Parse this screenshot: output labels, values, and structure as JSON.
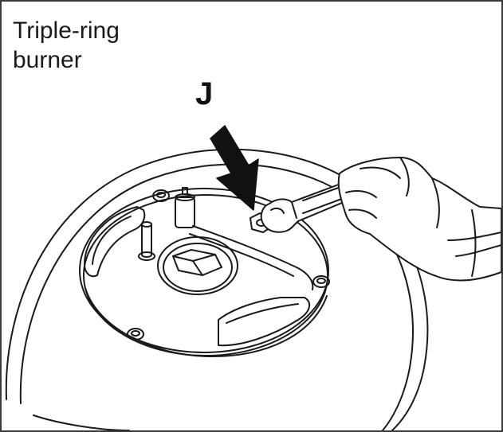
{
  "figure": {
    "title": "Triple-ring\nburner",
    "callout_label": "J"
  },
  "icons": {
    "burner": "burner-drawing",
    "wrench": "wrench-icon",
    "hand": "gloved-hand-icon",
    "arrow": "arrow-down-icon"
  },
  "colors": {
    "line": "#1a1a1a",
    "fill": "#ffffff",
    "arrow": "#111111"
  }
}
